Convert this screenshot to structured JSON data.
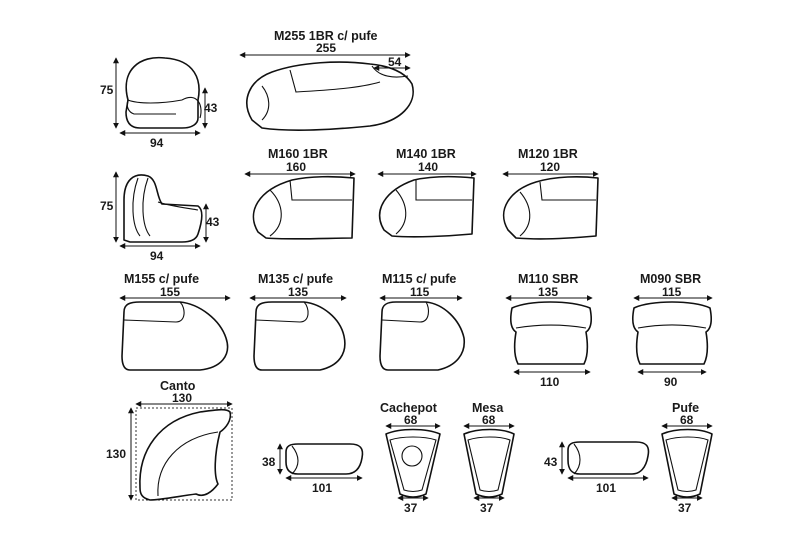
{
  "colors": {
    "ink": "#111111",
    "background": "#ffffff"
  },
  "armchair_front": {
    "height": "75",
    "seat_height": "43",
    "width": "94"
  },
  "armchair_side": {
    "height": "75",
    "seat_height": "43",
    "width": "94"
  },
  "modules_row1": [
    {
      "name": "M255 1BR c/ pufe",
      "length": "255",
      "pufe_depth": "54"
    }
  ],
  "modules_row2": [
    {
      "name": "M160 1BR",
      "length": "160"
    },
    {
      "name": "M140 1BR",
      "length": "140"
    },
    {
      "name": "M120 1BR",
      "length": "120"
    }
  ],
  "modules_row3": [
    {
      "name": "M155 c/ pufe",
      "length": "155"
    },
    {
      "name": "M135 c/ pufe",
      "length": "135"
    },
    {
      "name": "M115 c/ pufe",
      "length": "115"
    },
    {
      "name": "M110 SBR",
      "length": "135",
      "seat_length": "110"
    },
    {
      "name": "M090 SBR",
      "length": "115",
      "seat_length": "90"
    }
  ],
  "corner": {
    "name": "Canto",
    "width": "130",
    "depth": "130"
  },
  "bench_a": {
    "height": "38",
    "length": "101"
  },
  "cachepot": {
    "name": "Cachepot",
    "top": "68",
    "bottom": "37"
  },
  "mesa": {
    "name": "Mesa",
    "top": "68",
    "bottom": "37"
  },
  "bench_b": {
    "height": "43",
    "length": "101"
  },
  "pufe": {
    "name": "Pufe",
    "top": "68",
    "bottom": "37"
  }
}
